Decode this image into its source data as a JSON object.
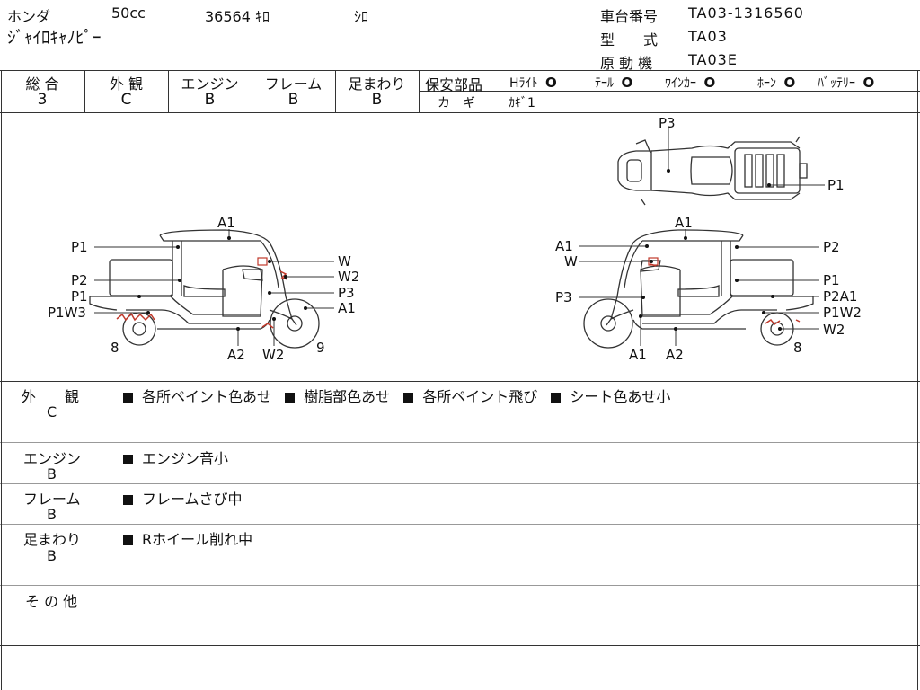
{
  "header": {
    "maker": "ホンダ",
    "displacement": "50cc",
    "mileage": "36564 ｷﾛ",
    "color": "ｼﾛ",
    "model_name": "ｼﾞｬｲﾛｷｬﾉﾋﾟｰ",
    "chassis_label": "車台番号",
    "chassis_value": "TA03-1316560",
    "type_label": "型　　式",
    "type_value": "TA03",
    "engine_label": "原 動 機",
    "engine_value": "TA03E"
  },
  "grades": {
    "headers": [
      "総 合",
      "外 観",
      "エンジン",
      "フレーム",
      "足まわり"
    ],
    "values": [
      "3",
      "C",
      "B",
      "B",
      "B"
    ]
  },
  "safety_parts": {
    "label": "保安部品",
    "items": [
      {
        "name": "Hﾗｲﾄ",
        "mark": "O"
      },
      {
        "name": "ﾃｰﾙ",
        "mark": "O"
      },
      {
        "name": "ｳｲﾝｶｰ",
        "mark": "O"
      },
      {
        "name": "ﾎｰﾝ",
        "mark": "O"
      },
      {
        "name": "ﾊﾞｯﾃﾘｰ",
        "mark": "O"
      }
    ],
    "key_label": "カ　ギ",
    "key_value": "ｶｷﾞ1"
  },
  "diagram": {
    "left_labels": [
      "A1",
      "P1",
      "W",
      "W2",
      "P2",
      "P3",
      "P1",
      "A1",
      "P1W3",
      "8",
      "A2",
      "W2",
      "9"
    ],
    "right_labels": [
      "A1",
      "A1",
      "P2",
      "W",
      "P1",
      "P3",
      "P2A1",
      "P1W2",
      "W2",
      "A1",
      "A2",
      "8"
    ],
    "top_labels": [
      "P3",
      "P1"
    ]
  },
  "remarks": [
    {
      "title": "外　　観",
      "grade": "C",
      "items": [
        "各所ペイント色あせ",
        "樹脂部色あせ",
        "各所ペイント飛び",
        "シート色あせ小"
      ]
    },
    {
      "title": "エンジン",
      "grade": "B",
      "items": [
        "エンジン音小"
      ]
    },
    {
      "title": "フレーム",
      "grade": "B",
      "items": [
        "フレームさび中"
      ]
    },
    {
      "title": "足まわり",
      "grade": "B",
      "items": [
        "Rホイール削れ中"
      ]
    },
    {
      "title": "そ の 他",
      "grade": "",
      "items": []
    }
  ]
}
